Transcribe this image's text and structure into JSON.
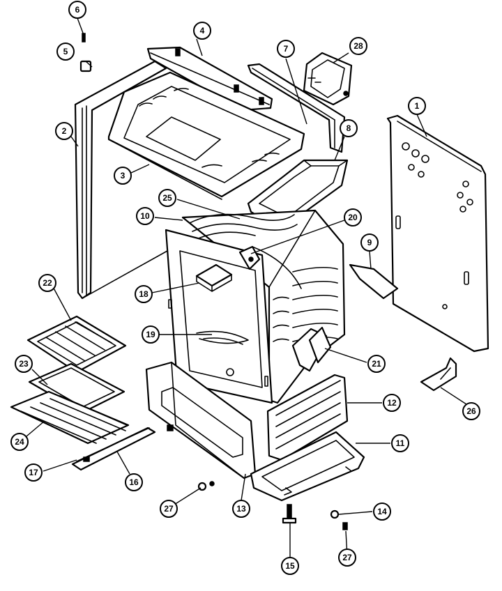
{
  "diagram": {
    "callouts": [
      {
        "id": "c1",
        "label": "1"
      },
      {
        "id": "c2",
        "label": "2"
      },
      {
        "id": "c3",
        "label": "3"
      },
      {
        "id": "c4",
        "label": "4"
      },
      {
        "id": "c5",
        "label": "5"
      },
      {
        "id": "c6",
        "label": "6"
      },
      {
        "id": "c7",
        "label": "7"
      },
      {
        "id": "c8",
        "label": "8"
      },
      {
        "id": "c9",
        "label": "9"
      },
      {
        "id": "c10",
        "label": "10"
      },
      {
        "id": "c11",
        "label": "11"
      },
      {
        "id": "c12",
        "label": "12"
      },
      {
        "id": "c13",
        "label": "13"
      },
      {
        "id": "c14",
        "label": "14"
      },
      {
        "id": "c15",
        "label": "15"
      },
      {
        "id": "c16",
        "label": "16"
      },
      {
        "id": "c17",
        "label": "17"
      },
      {
        "id": "c18",
        "label": "18"
      },
      {
        "id": "c19",
        "label": "19"
      },
      {
        "id": "c20",
        "label": "20"
      },
      {
        "id": "c21",
        "label": "21"
      },
      {
        "id": "c22",
        "label": "22"
      },
      {
        "id": "c23",
        "label": "23"
      },
      {
        "id": "c24",
        "label": "24"
      },
      {
        "id": "c25",
        "label": "25"
      },
      {
        "id": "c26",
        "label": "26"
      },
      {
        "id": "c27a",
        "label": "27"
      },
      {
        "id": "c27b",
        "label": "27"
      },
      {
        "id": "c28",
        "label": "28"
      }
    ]
  }
}
